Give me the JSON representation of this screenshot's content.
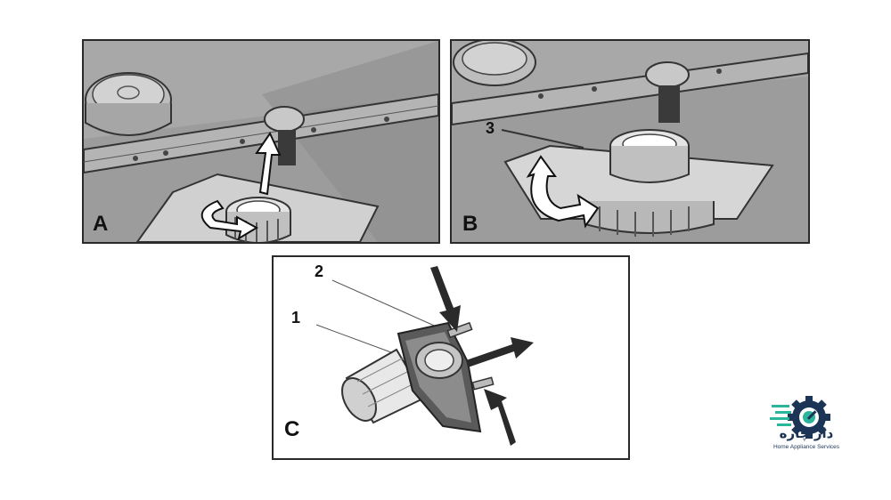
{
  "panels": [
    {
      "letter": "A"
    },
    {
      "letter": "B"
    },
    {
      "letter": "C"
    }
  ],
  "callouts": {
    "b3": "3",
    "c1": "1",
    "c2": "2"
  },
  "logo": {
    "name_fa": "دار چاره",
    "subtitle": "Home Appliance Services",
    "colors": {
      "navy": "#1c3557",
      "teal": "#2bb59a"
    }
  }
}
